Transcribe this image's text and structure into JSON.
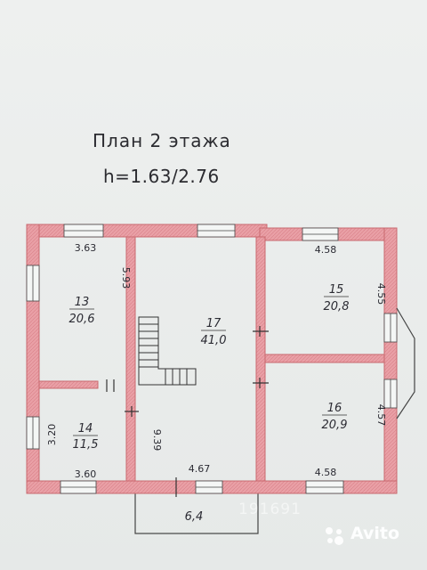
{
  "title": "План 2 этажа",
  "height_note": "h=1.63/2.76",
  "rooms": [
    {
      "number": "13",
      "area": "20,6"
    },
    {
      "number": "14",
      "area": "11,5"
    },
    {
      "number": "15",
      "area": "20,8"
    },
    {
      "number": "16",
      "area": "20,9"
    },
    {
      "number": "17",
      "area": "41,0"
    }
  ],
  "dimensions": {
    "room13_width": "3.63",
    "room13_length": "5.93",
    "room14_width": "3.60",
    "room14_length": "3.20",
    "room15_width": "4.58",
    "room15_length": "4.55",
    "room16_width": "4.58",
    "room16_length": "4.57",
    "room17_width": "4.67",
    "room17_length": "9.39",
    "balcony": "6,4"
  },
  "watermark": {
    "brand": "Avito",
    "listing_number": "191691"
  },
  "colors": {
    "wall_fill": "#e9a0a6",
    "wall_stroke": "#c9696f",
    "ink": "#2b2b33",
    "paper": "#eceeed"
  }
}
